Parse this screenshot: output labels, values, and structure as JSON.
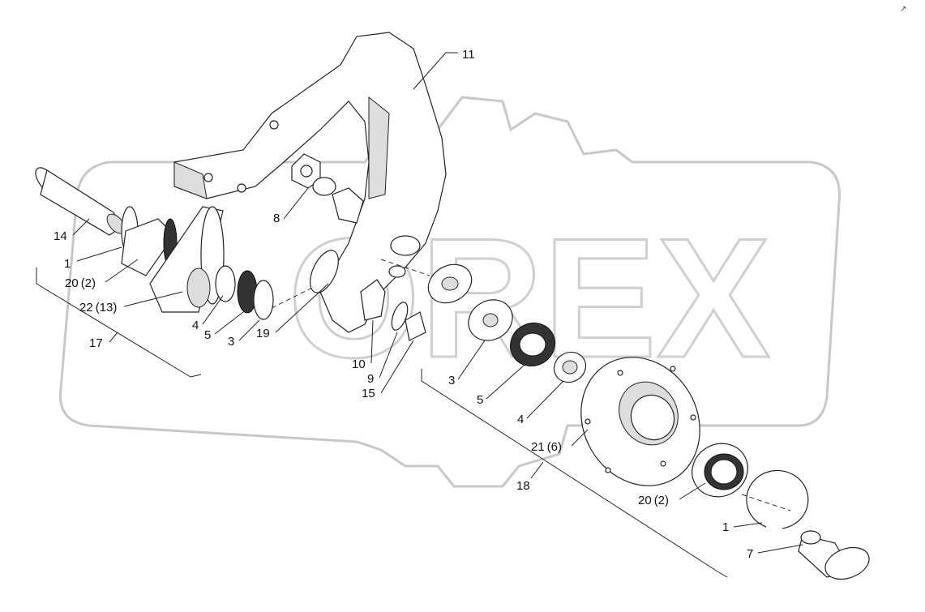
{
  "watermark": {
    "text": "OREX"
  },
  "corner_mark": "↗",
  "labels": [
    {
      "id": "l11",
      "text": "11"
    },
    {
      "id": "l14",
      "text": "14"
    },
    {
      "id": "l1a",
      "text": "1"
    },
    {
      "id": "l20a",
      "text": "20 (2)"
    },
    {
      "id": "l22",
      "text": "22 (13)"
    },
    {
      "id": "l17",
      "text": "17"
    },
    {
      "id": "l4a",
      "text": "4"
    },
    {
      "id": "l5a",
      "text": "5"
    },
    {
      "id": "l3a",
      "text": "3"
    },
    {
      "id": "l19",
      "text": "19"
    },
    {
      "id": "l8",
      "text": "8"
    },
    {
      "id": "l10",
      "text": "10"
    },
    {
      "id": "l9",
      "text": "9"
    },
    {
      "id": "l15",
      "text": "15"
    },
    {
      "id": "l3b",
      "text": "3"
    },
    {
      "id": "l5b",
      "text": "5"
    },
    {
      "id": "l4b",
      "text": "4"
    },
    {
      "id": "l21",
      "text": "21 (6)"
    },
    {
      "id": "l18",
      "text": "18"
    },
    {
      "id": "l20b",
      "text": "20 (2)"
    },
    {
      "id": "l1b",
      "text": "1"
    },
    {
      "id": "l7",
      "text": "7"
    }
  ]
}
